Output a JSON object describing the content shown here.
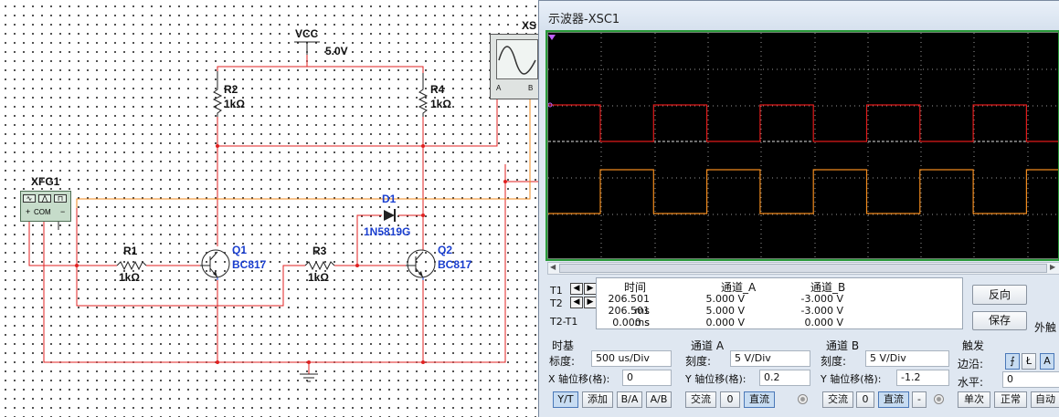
{
  "schematic": {
    "vcc_label": "VCC",
    "vcc_value": "5.0V",
    "generator": {
      "name": "XFG1",
      "plus": "+",
      "com": "COM",
      "minus": "−"
    },
    "scope_label": "XS",
    "scope_terminals": {
      "a": "A",
      "b": "B"
    },
    "resistors": [
      {
        "id": "R1",
        "value": "1kΩ"
      },
      {
        "id": "R2",
        "value": "1kΩ"
      },
      {
        "id": "R3",
        "value": "1kΩ"
      },
      {
        "id": "R4",
        "value": "1kΩ"
      }
    ],
    "transistors": [
      {
        "id": "Q1",
        "model": "BC817"
      },
      {
        "id": "Q2",
        "model": "BC817"
      }
    ],
    "diode": {
      "id": "D1",
      "model": "1N5819G"
    }
  },
  "scope": {
    "title": "示波器-XSC1",
    "readout": {
      "row_labels": [
        "T1",
        "T2",
        "T2-T1"
      ],
      "headers": [
        "时间",
        "通道_A",
        "通道_B"
      ],
      "rows": [
        [
          "206.501 ms",
          "5.000 V",
          "-3.000 V"
        ],
        [
          "206.501 ms",
          "5.000 V",
          "-3.000 V"
        ],
        [
          "0.000 s",
          "0.000 V",
          "0.000 V"
        ]
      ]
    },
    "side_buttons": {
      "reverse": "反向",
      "save": "保存"
    },
    "ext_trigger_label": "外触",
    "timebase": {
      "title": "时基",
      "scale_label": "标度:",
      "scale_value": "500 us/Div",
      "xpos_label": "X 轴位移(格):",
      "xpos_value": "0",
      "modes": [
        "Y/T",
        "添加",
        "B/A",
        "A/B"
      ]
    },
    "channel_a": {
      "title": "通道 A",
      "scale_label": "刻度:",
      "scale_value": "5  V/Div",
      "ypos_label": "Y 轴位移(格):",
      "ypos_value": "0.2",
      "coupling": [
        "交流",
        "0",
        "直流"
      ]
    },
    "channel_b": {
      "title": "通道 B",
      "scale_label": "刻度:",
      "scale_value": "5  V/Div",
      "ypos_label": "Y 轴位移(格):",
      "ypos_value": "-1.2",
      "coupling": [
        "交流",
        "0",
        "直流",
        "-"
      ]
    },
    "trigger": {
      "title": "触发",
      "edge_label": "边沿:",
      "edge_a": "A",
      "level_label": "水平:",
      "level_value": "0",
      "modes": [
        "单次",
        "正常",
        "自动"
      ]
    },
    "colors": {
      "channel_a": "#e01a1a",
      "channel_b": "#f08a1c",
      "grid": "#ffffff",
      "screen": "#000000"
    }
  }
}
